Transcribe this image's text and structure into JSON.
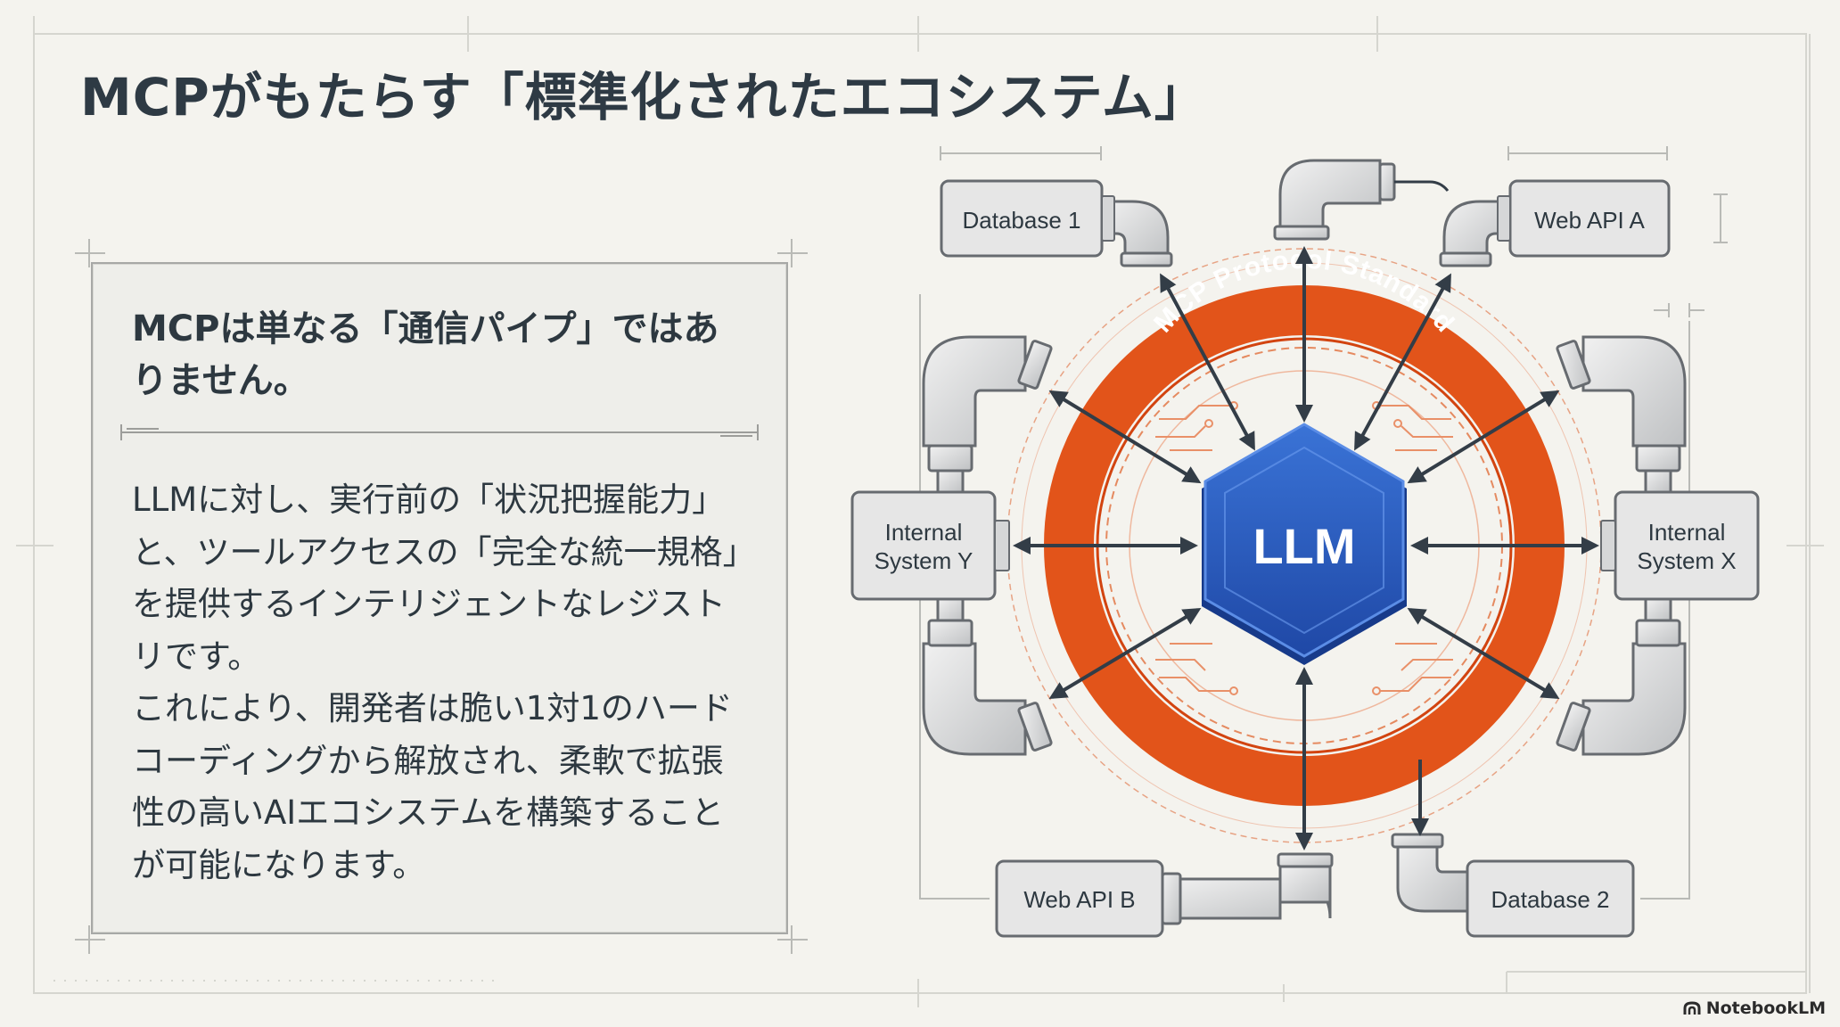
{
  "title": "MCPがもたらす「標準化されたエコシステム」",
  "panel": {
    "heading": "MCPは単なる「通信パイプ」ではありません。",
    "paragraphs": [
      "LLMに対し、実行前の「状況把握能力」と、ツールアクセスの「完全な統一規格」を提供するインテリジェントなレジストリです。",
      "これにより、開発者は脆い1対1のハードコーディングから解放され、柔軟で拡張性の高いAIエコシステムを構築することが可能になります。"
    ]
  },
  "diagram": {
    "center_label": "LLM",
    "ring_label": "MCP Protocol Standard",
    "nodes": {
      "database1": "Database 1",
      "web_api_a": "Web API A",
      "internal_y": [
        "Internal",
        "System Y"
      ],
      "internal_x": [
        "Internal",
        "System X"
      ],
      "web_api_b": "Web API B",
      "database2": "Database 2"
    },
    "colors": {
      "ring": "#e2541a",
      "hexagon": "#2553b8",
      "box_fill": "#e6e6e6",
      "box_stroke": "#676b70",
      "arrow": "#333d47"
    }
  },
  "footer": {
    "brand": "NotebookLM",
    "brand_icon": "notebooklm-logo-icon"
  }
}
